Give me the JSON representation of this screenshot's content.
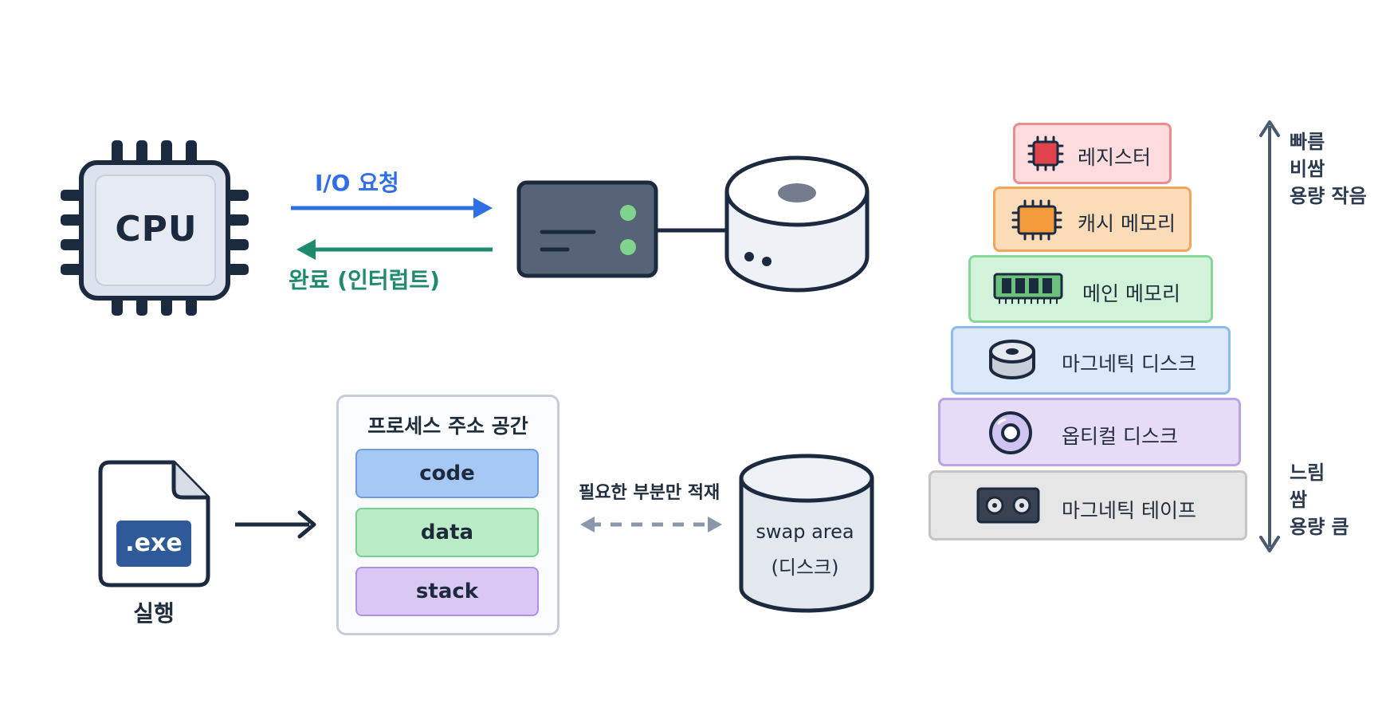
{
  "cpu": {
    "label": "CPU"
  },
  "io": {
    "request_label": "I/O 요청",
    "complete_label": "완료 (인터럽트)"
  },
  "process": {
    "exe_label": ".exe",
    "run_label": "실행",
    "address_space_title": "프로세스 주소 공간",
    "segments": [
      "code",
      "data",
      "stack"
    ],
    "load_label": "필요한 부분만 적재",
    "swap_line1": "swap area",
    "swap_line2": "(디스크)"
  },
  "hierarchy": {
    "tiers": [
      {
        "label": "레지스터",
        "icon": "register-chip-icon",
        "color": "#ee8b8b"
      },
      {
        "label": "캐시 메모리",
        "icon": "cache-chip-icon",
        "color": "#f2a65a"
      },
      {
        "label": "메인 메모리",
        "icon": "ram-stick-icon",
        "color": "#89d69c"
      },
      {
        "label": "마그네틱 디스크",
        "icon": "hard-disk-icon",
        "color": "#8dbbee"
      },
      {
        "label": "옵티컬 디스크",
        "icon": "optical-disc-icon",
        "color": "#b9a2e6"
      },
      {
        "label": "마그네틱 테이프",
        "icon": "tape-icon",
        "color": "#c5c5c5"
      }
    ],
    "top_labels": [
      "빠름",
      "비쌈",
      "용량 작음"
    ],
    "bottom_labels": [
      "느림",
      "쌈",
      "용량 큼"
    ]
  }
}
